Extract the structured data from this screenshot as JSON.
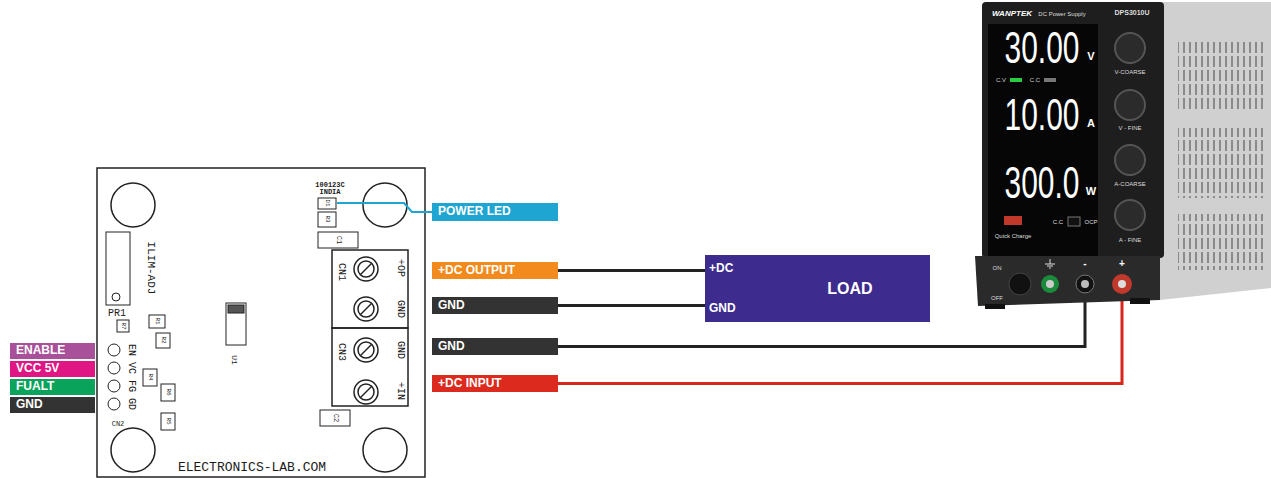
{
  "diagram": {
    "nodes": [
      {
        "text": [
          "ENABLE"
        ]
      },
      {
        "text": [
          "VCC 5V"
        ]
      },
      {
        "text": [
          "FUALT"
        ]
      },
      {
        "text": [
          "GND"
        ]
      },
      {
        "text": [
          "POWER LED"
        ]
      },
      {
        "text": [
          "+DC OUTPUT"
        ]
      },
      {
        "text": [
          "GND"
        ]
      },
      {
        "text": [
          "GND"
        ]
      },
      {
        "text": [
          "+DC INPUT"
        ]
      },
      {
        "text": [
          "+DC",
          "LOAD",
          "GND"
        ]
      }
    ],
    "edges": [
      {
        "from": 5,
        "to": 9,
        "arrow": "none"
      },
      {
        "from": 6,
        "to": 9,
        "arrow": "none"
      }
    ],
    "labels": [
      "100123C INDIA",
      "D1",
      "R3",
      "C1",
      "CN1",
      "+OP",
      "GND",
      "CN3",
      "GND",
      "+IN",
      "C2",
      "ILIM-ADJ",
      "PR1",
      "R7",
      "R1",
      "R2",
      "R4",
      "R6",
      "R5",
      "U1",
      "EN",
      "VC",
      "FG",
      "GD",
      "CN2",
      "ELECTRONICS-LAB.COM",
      "WANPTEK",
      "DC Power Supply",
      "DPS3010U",
      "30.00",
      "V",
      "10.00",
      "A",
      "300.0",
      "W",
      "C.V",
      "C.C",
      "V-COARSE",
      "V - FINE",
      "A-COARSE",
      "A - FINE",
      "Quick Charge",
      "C.C",
      "OCP",
      "ON",
      "OFF",
      "-",
      "+"
    ]
  }
}
